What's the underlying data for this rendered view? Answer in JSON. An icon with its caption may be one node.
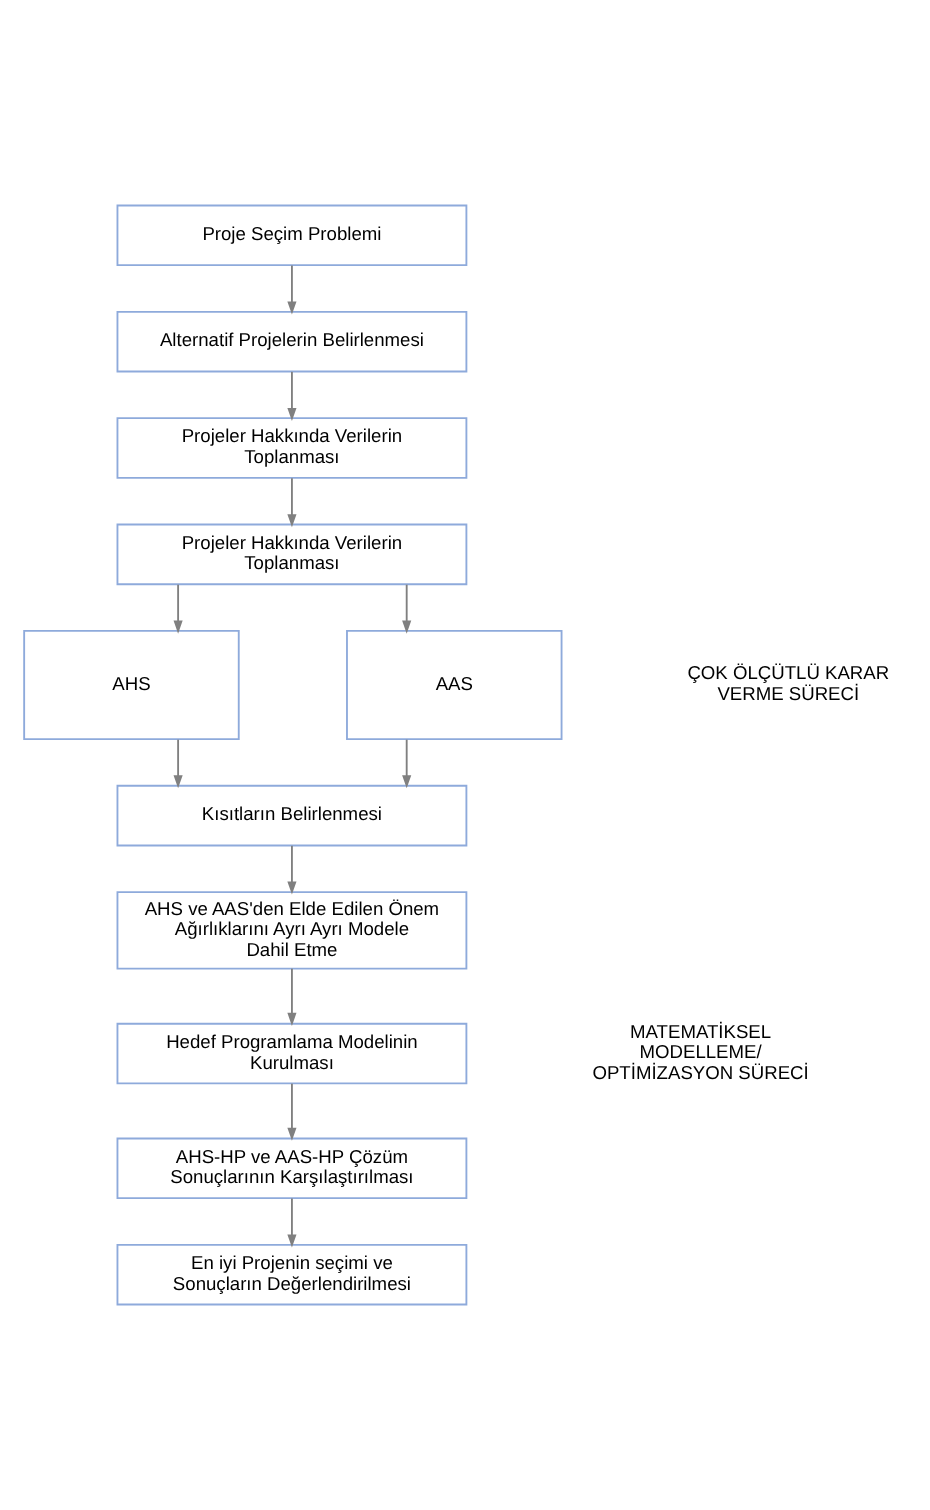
{
  "diagram": {
    "nodes": [
      {
        "text": [
          "Proje Seçim Problemi"
        ]
      },
      {
        "text": [
          "Alternatif Projelerin Belirlenmesi"
        ]
      },
      {
        "text": [
          "Projeler Hakkında Verilerin Toplanması"
        ]
      },
      {
        "text": [
          "Projeler Hakkında Verilerin Toplanması"
        ]
      },
      {
        "text": [
          "AHS"
        ]
      },
      {
        "text": [
          "AAS"
        ]
      },
      {
        "text": [
          "Kısıtların Belirlenmesi"
        ]
      },
      {
        "text": [
          "AHS ve AAS'den Elde Edilen Önem Ağırlıklarını Ayrı Ayrı Modele Dahil Etme"
        ]
      },
      {
        "text": [
          "Hedef Programlama Modelinin Kurulması"
        ]
      },
      {
        "text": [
          "AHS-HP ve AAS-HP Çözüm Sonuçlarının Karşılaştırılması"
        ]
      },
      {
        "text": [
          "En iyi Projenin seçimi ve Sonuçların Değerlendirilmesi"
        ]
      }
    ],
    "edges": [
      {
        "from": 0,
        "to": 1,
        "arrow": "to"
      },
      {
        "from": 1,
        "to": 2,
        "arrow": "to"
      },
      {
        "from": 2,
        "to": 3,
        "arrow": "to"
      },
      {
        "from": 3,
        "to": 4,
        "arrow": "to"
      },
      {
        "from": 3,
        "to": 5,
        "arrow": "to"
      },
      {
        "from": 4,
        "to": 6,
        "arrow": "to"
      },
      {
        "from": 5,
        "to": 6,
        "arrow": "to"
      },
      {
        "from": 6,
        "to": 7,
        "arrow": "to"
      },
      {
        "from": 7,
        "to": 8,
        "arrow": "to"
      },
      {
        "from": 8,
        "to": 9,
        "arrow": "to"
      },
      {
        "from": 9,
        "to": 10,
        "arrow": "to"
      }
    ],
    "labels": [
      "ÇOK ÖLÇÜTLÜ KARAR VERME SÜRECİ",
      "MATEMATİKSEL MODELLEME/ OPTİMİZASYON SÜRECİ"
    ]
  }
}
